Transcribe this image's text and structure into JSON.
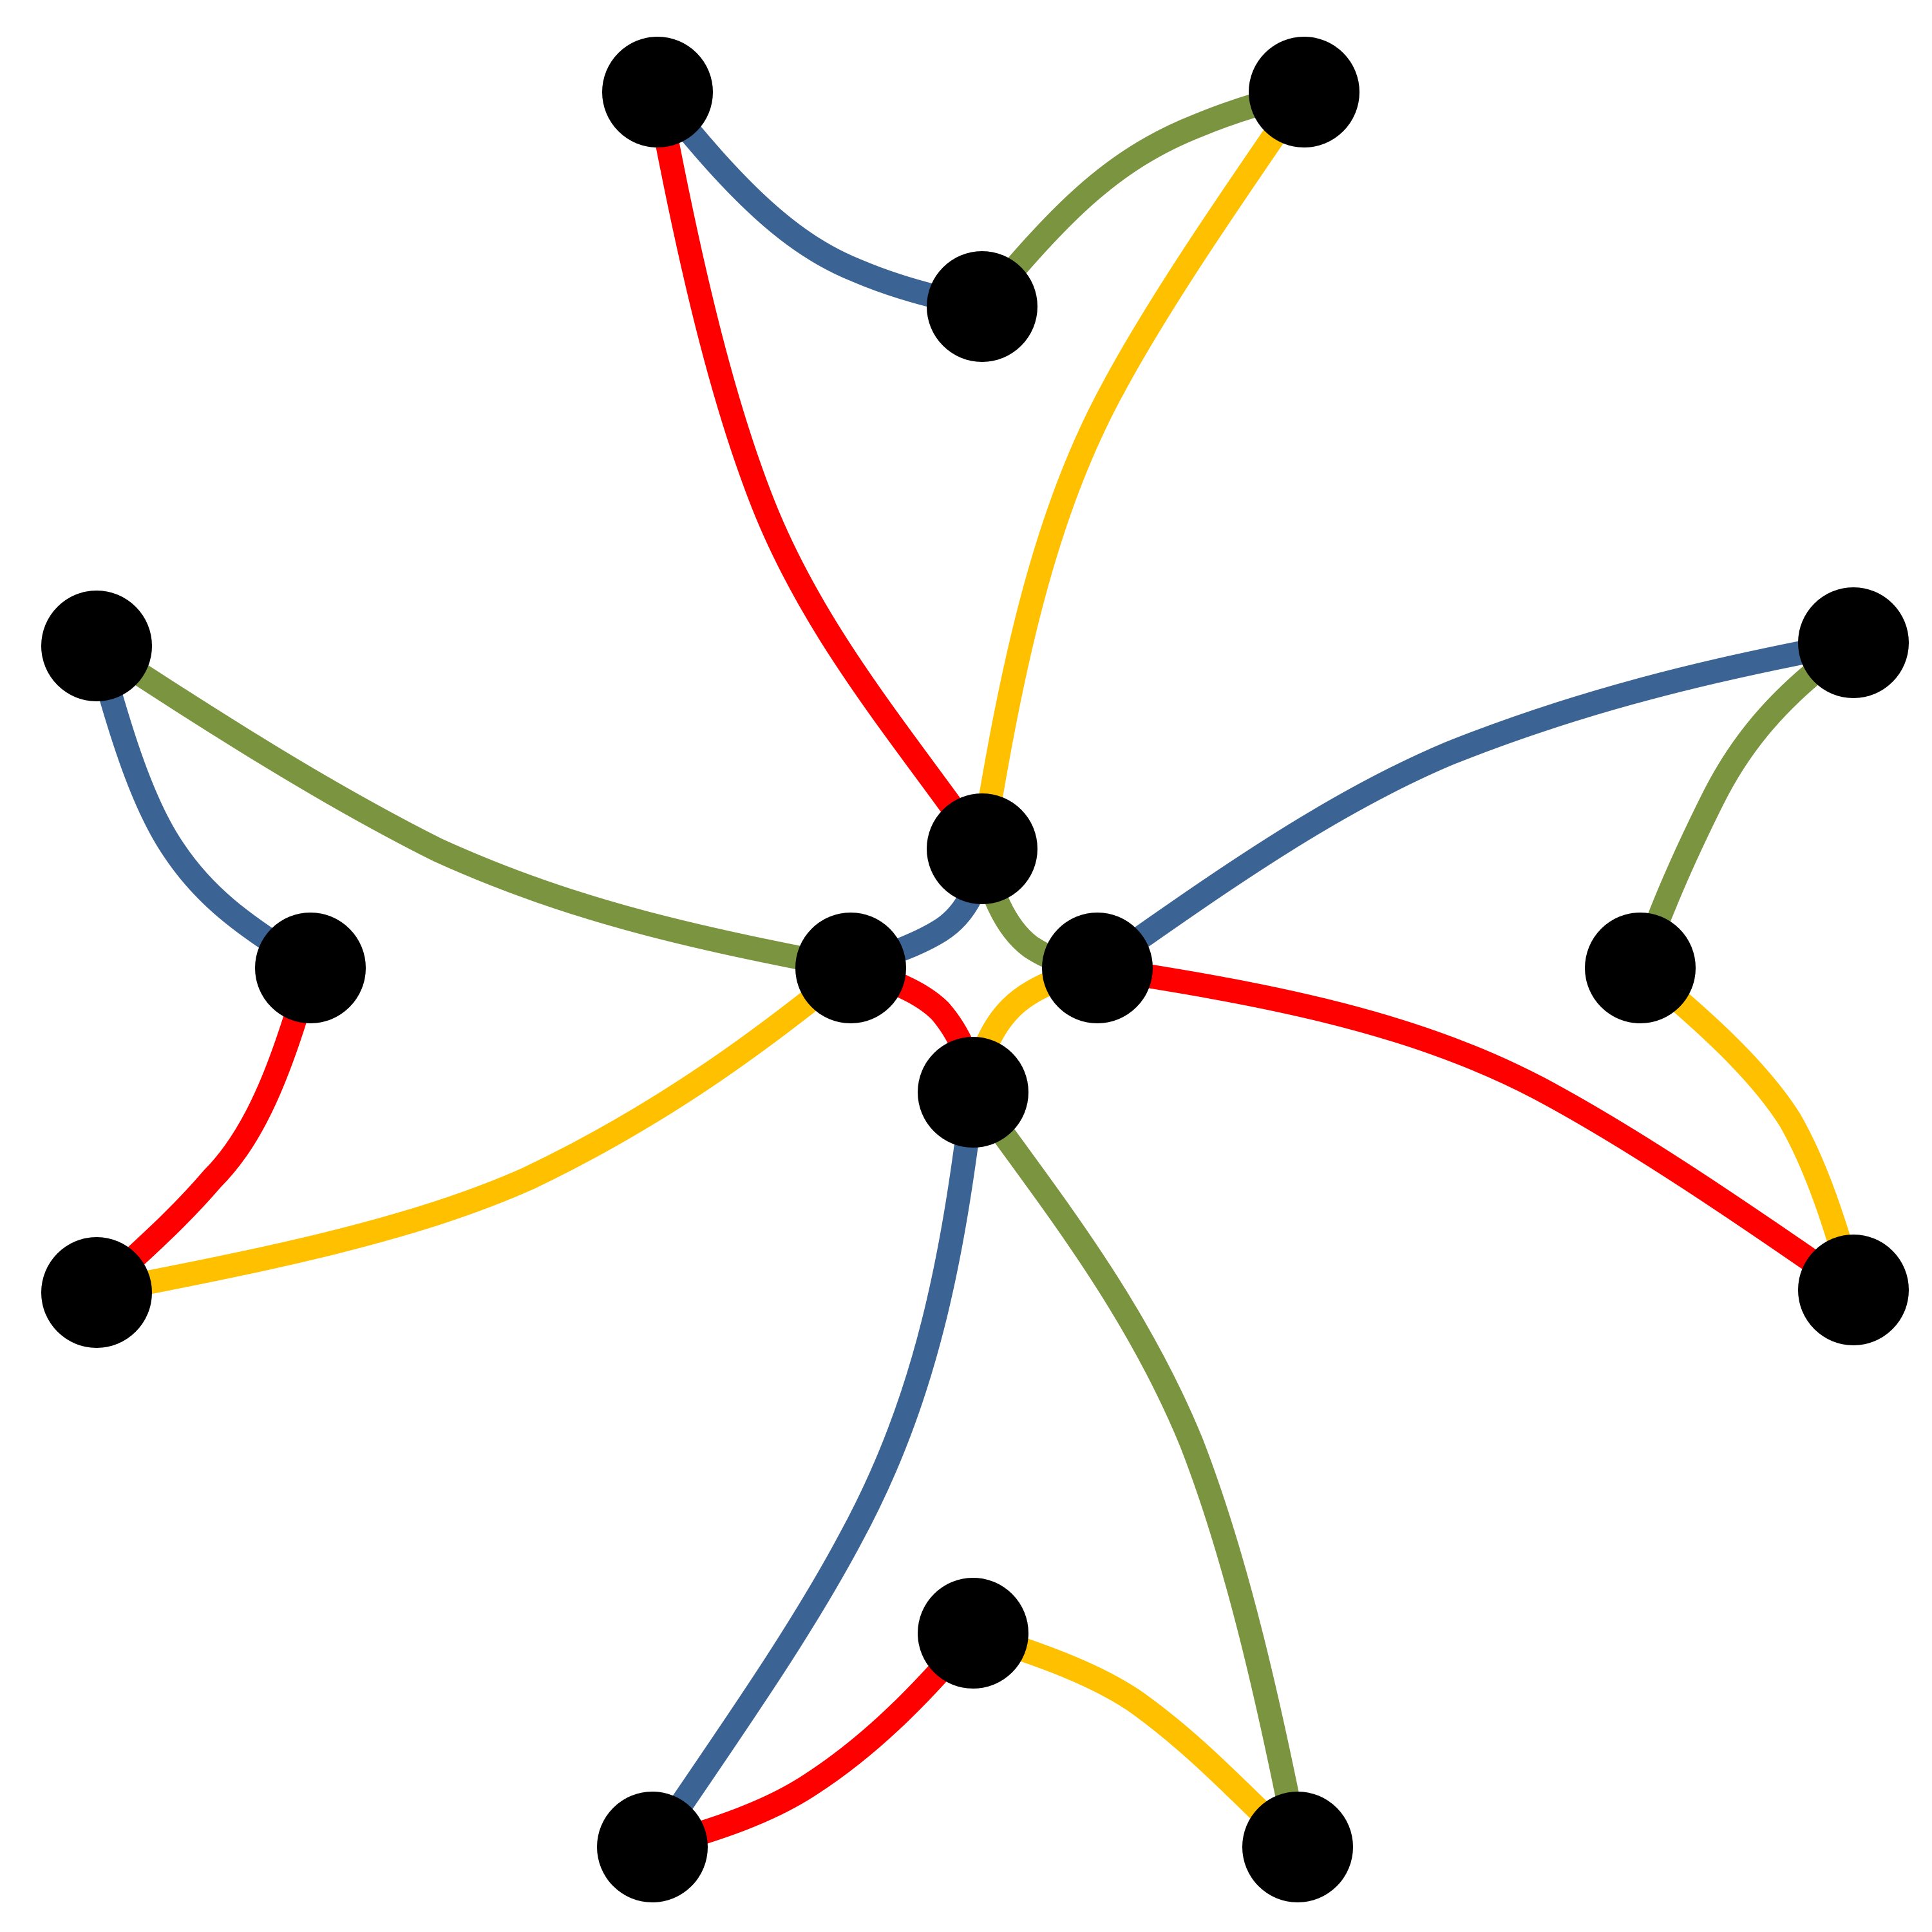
{
  "colors": {
    "background": "#ffffff",
    "node": "#000000",
    "red": "#ff0000",
    "blue": "#3b6393",
    "green": "#7a9440",
    "yellow": "#ffc000"
  },
  "nodes": [
    {
      "id": "top-left"
    },
    {
      "id": "top-right"
    },
    {
      "id": "top-inner"
    },
    {
      "id": "center-top"
    },
    {
      "id": "center-left"
    },
    {
      "id": "center-right"
    },
    {
      "id": "center-bottom"
    },
    {
      "id": "left-top"
    },
    {
      "id": "left-inner"
    },
    {
      "id": "left-bottom"
    },
    {
      "id": "right-top"
    },
    {
      "id": "right-inner"
    },
    {
      "id": "right-bottom"
    },
    {
      "id": "bottom-inner"
    },
    {
      "id": "bottom-left"
    },
    {
      "id": "bottom-right"
    }
  ],
  "edges": [
    {
      "from": "top-left",
      "to": "top-inner",
      "color": "blue"
    },
    {
      "from": "top-inner",
      "to": "top-right",
      "color": "green"
    },
    {
      "from": "top-left",
      "to": "center-top",
      "color": "red"
    },
    {
      "from": "top-right",
      "to": "center-top",
      "color": "yellow"
    },
    {
      "from": "left-top",
      "to": "left-inner",
      "color": "blue"
    },
    {
      "from": "left-inner",
      "to": "left-bottom",
      "color": "red"
    },
    {
      "from": "left-top",
      "to": "center-left",
      "color": "green"
    },
    {
      "from": "left-bottom",
      "to": "center-left",
      "color": "yellow"
    },
    {
      "from": "right-top",
      "to": "right-inner",
      "color": "green"
    },
    {
      "from": "right-inner",
      "to": "right-bottom",
      "color": "yellow"
    },
    {
      "from": "right-top",
      "to": "center-right",
      "color": "blue"
    },
    {
      "from": "right-bottom",
      "to": "center-right",
      "color": "red"
    },
    {
      "from": "bottom-left",
      "to": "bottom-inner",
      "color": "red"
    },
    {
      "from": "bottom-inner",
      "to": "bottom-right",
      "color": "yellow"
    },
    {
      "from": "bottom-left",
      "to": "center-bottom",
      "color": "blue"
    },
    {
      "from": "bottom-right",
      "to": "center-bottom",
      "color": "green"
    },
    {
      "from": "center-top",
      "to": "center-left",
      "color": "blue"
    },
    {
      "from": "center-top",
      "to": "center-right",
      "color": "green"
    },
    {
      "from": "center-left",
      "to": "center-bottom",
      "color": "red"
    },
    {
      "from": "center-right",
      "to": "center-bottom",
      "color": "yellow"
    }
  ]
}
